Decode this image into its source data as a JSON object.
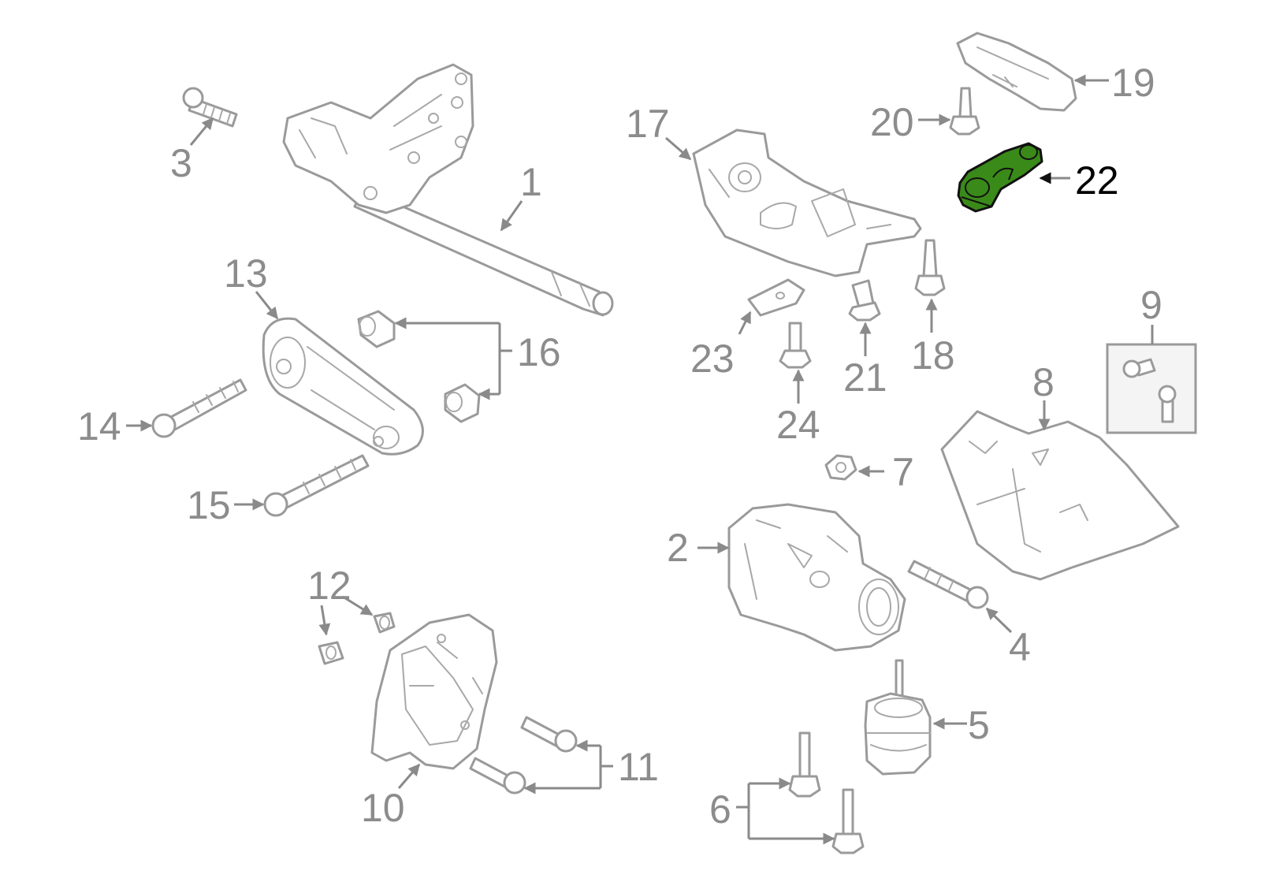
{
  "diagram": {
    "highlighted_part": "22",
    "highlight_color": "#3a8a1a",
    "label_color": "#8c8c8c",
    "active_label_color": "#000000",
    "callouts": [
      {
        "id": "c1",
        "text": "1"
      },
      {
        "id": "c2",
        "text": "2"
      },
      {
        "id": "c3",
        "text": "3"
      },
      {
        "id": "c4",
        "text": "4"
      },
      {
        "id": "c5",
        "text": "5"
      },
      {
        "id": "c6",
        "text": "6"
      },
      {
        "id": "c7",
        "text": "7"
      },
      {
        "id": "c8",
        "text": "8"
      },
      {
        "id": "c9",
        "text": "9"
      },
      {
        "id": "c10",
        "text": "10"
      },
      {
        "id": "c11",
        "text": "11"
      },
      {
        "id": "c12",
        "text": "12"
      },
      {
        "id": "c13",
        "text": "13"
      },
      {
        "id": "c14",
        "text": "14"
      },
      {
        "id": "c15",
        "text": "15"
      },
      {
        "id": "c16",
        "text": "16"
      },
      {
        "id": "c17",
        "text": "17"
      },
      {
        "id": "c18",
        "text": "18"
      },
      {
        "id": "c19",
        "text": "19"
      },
      {
        "id": "c20",
        "text": "20"
      },
      {
        "id": "c21",
        "text": "21"
      },
      {
        "id": "c22",
        "text": "22"
      },
      {
        "id": "c23",
        "text": "23"
      },
      {
        "id": "c24",
        "text": "24"
      }
    ]
  }
}
